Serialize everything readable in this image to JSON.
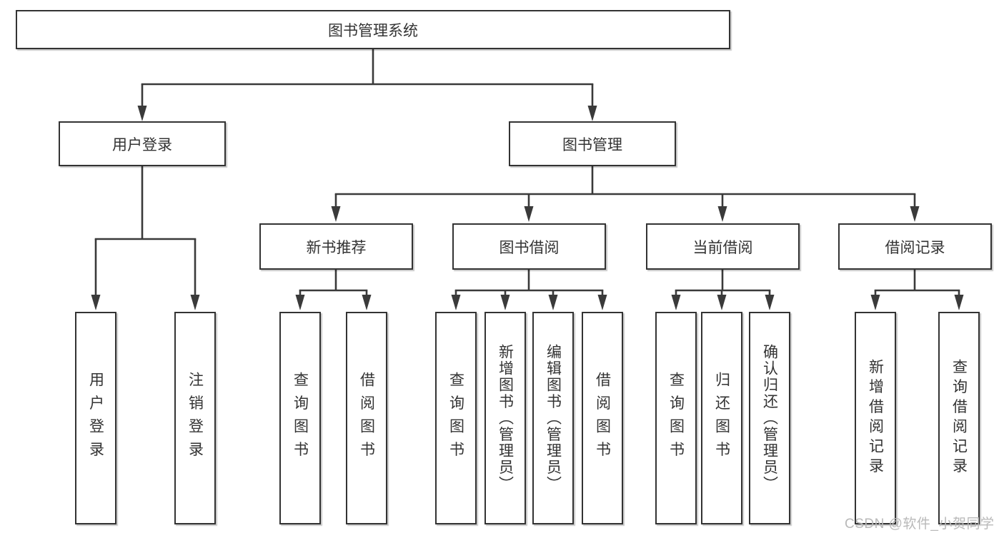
{
  "tree": {
    "root": {
      "label": "图书管理系统"
    },
    "branches": [
      {
        "label": "用户登录",
        "children": [
          {
            "label": "用户登录"
          },
          {
            "label": "注销登录"
          }
        ]
      },
      {
        "label": "图书管理",
        "children": [
          {
            "label": "新书推荐",
            "children": [
              {
                "label": "查询图书"
              },
              {
                "label": "借阅图书"
              }
            ]
          },
          {
            "label": "图书借阅",
            "children": [
              {
                "label": "查询图书"
              },
              {
                "label": "新增图书（管理员）"
              },
              {
                "label": "编辑图书（管理员）"
              },
              {
                "label": "借阅图书"
              }
            ]
          },
          {
            "label": "当前借阅",
            "children": [
              {
                "label": "查询图书"
              },
              {
                "label": "归还图书"
              },
              {
                "label": "确认归还（管理员）"
              }
            ]
          },
          {
            "label": "借阅记录",
            "children": [
              {
                "label": "新增借阅记录"
              },
              {
                "label": "查询借阅记录"
              }
            ]
          }
        ]
      }
    ]
  },
  "watermark": {
    "text": "CSDN @软件_小贺同学"
  },
  "colors": {
    "line": "#3a3a3a",
    "box_border": "#333333",
    "box_fill": "#ffffff",
    "text": "#333333",
    "watermark": "#b9b9b9",
    "background": "#ffffff"
  }
}
